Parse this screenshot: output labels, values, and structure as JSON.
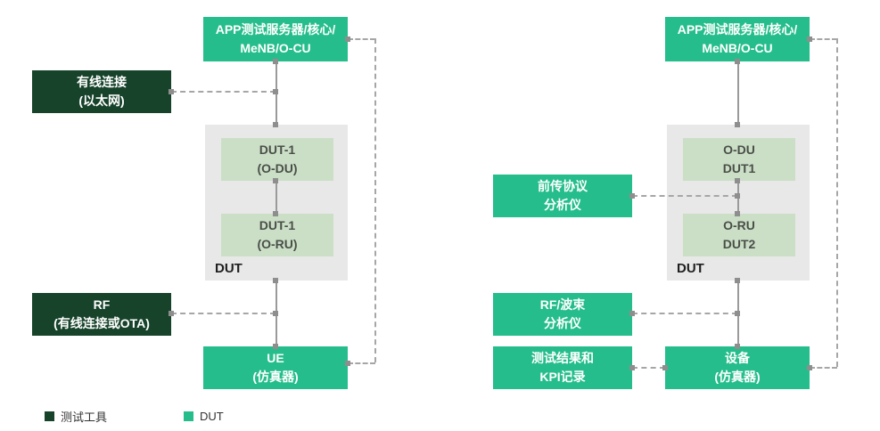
{
  "colors": {
    "green": "#25BD8B",
    "dark_green": "#17432B",
    "light_green": "#CBDFC7",
    "container_gray": "#E8E8E8",
    "line_gray": "#9A9A9A",
    "node_gray": "#8E8E8E"
  },
  "left": {
    "app_server": {
      "line1": "APP测试服务器/核心/",
      "line2": "MeNB/O-CU"
    },
    "wired": {
      "line1": "有线连接",
      "line2": "(以太网)"
    },
    "dut_label": "DUT",
    "dut_odu": {
      "line1": "DUT-1",
      "line2": "(O-DU)"
    },
    "dut_oru": {
      "line1": "DUT-1",
      "line2": "(O-RU)"
    },
    "rf": {
      "line1": "RF",
      "line2": "(有线连接或OTA)"
    },
    "ue": {
      "line1": "UE",
      "line2": "(仿真器)"
    }
  },
  "right": {
    "app_server": {
      "line1": "APP测试服务器/核心/",
      "line2": "MeNB/O-CU"
    },
    "fronthaul": {
      "line1": "前传协议",
      "line2": "分析仪"
    },
    "dut_label": "DUT",
    "odu": {
      "line1": "O-DU",
      "line2": "DUT1"
    },
    "oru": {
      "line1": "O-RU",
      "line2": "DUT2"
    },
    "rf_beam": {
      "line1": "RF/波束",
      "line2": "分析仪"
    },
    "kpi": {
      "line1": "测试结果和",
      "line2": "KPI记录"
    },
    "device": {
      "line1": "设备",
      "line2": "(仿真器)"
    }
  },
  "legend": {
    "test_tool": "测试工具",
    "dut": "DUT"
  }
}
